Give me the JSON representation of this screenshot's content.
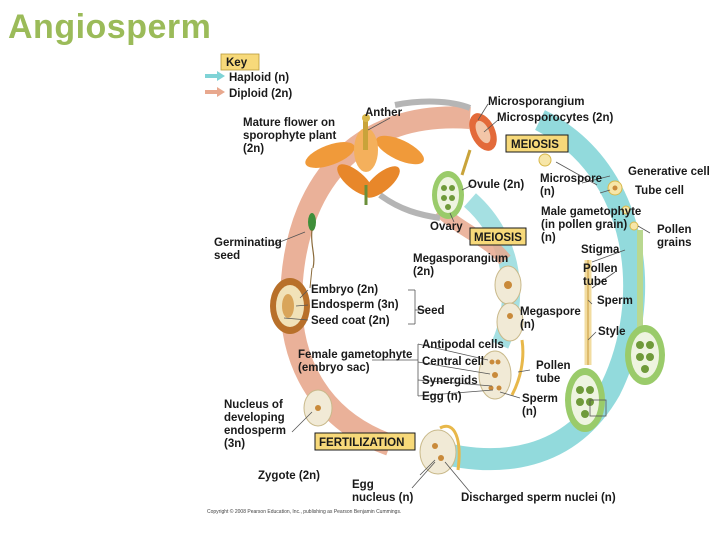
{
  "title": "Angiosperm",
  "colors": {
    "haploid": "#7fd3d6",
    "diploid": "#e8a88e",
    "stage_box": "#f7d97a",
    "title": "#9bbb59",
    "flower": "#f09a3a"
  },
  "key": {
    "title": "Key",
    "haploid": "Haploid (n)",
    "diploid": "Diploid (2n)"
  },
  "stages": {
    "meiosis_1": "MEIOSIS",
    "meiosis_2": "MEIOSIS",
    "fertilization": "FERTILIZATION"
  },
  "labels": {
    "anther": "Anther",
    "mature_flower_1": "Mature flower on",
    "mature_flower_2": "sporophyte plant",
    "mature_flower_3": "(2n)",
    "microsporangium": "Microsporangium",
    "microsporocytes": "Microsporocytes (2n)",
    "ovule": "Ovule (2n)",
    "ovary": "Ovary",
    "microspore_1": "Microspore",
    "microspore_2": "(n)",
    "generative_cell": "Generative cell",
    "tube_cell": "Tube cell",
    "male_gam_1": "Male gametophyte",
    "male_gam_2": "(in pollen grain)",
    "male_gam_3": "(n)",
    "pollen_grains_1": "Pollen",
    "pollen_grains_2": "grains",
    "stigma": "Stigma",
    "pollen_tube_1": "Pollen",
    "pollen_tube_2": "tube",
    "sperm": "Sperm",
    "style": "Style",
    "germinating_1": "Germinating",
    "germinating_2": "seed",
    "megasporangium_1": "Megasporangium",
    "megasporangium_2": "(2n)",
    "embryo": "Embryo (2n)",
    "endosperm": "Endosperm (3n)",
    "seed_coat": "Seed coat (2n)",
    "seed": "Seed",
    "megaspore_1": "Megaspore",
    "megaspore_2": "(n)",
    "antipodal": "Antipodal cells",
    "central_cell": "Central cell",
    "synergids": "Synergids",
    "egg": "Egg (n)",
    "female_gam_1": "Female gametophyte",
    "female_gam_2": "(embryo sac)",
    "pollen_tube2_1": "Pollen",
    "pollen_tube2_2": "tube",
    "sperm2_1": "Sperm",
    "sperm2_2": "(n)",
    "nucleus_1": "Nucleus of",
    "nucleus_2": "developing",
    "nucleus_3": "endosperm",
    "nucleus_4": "(3n)",
    "zygote": "Zygote (2n)",
    "egg_nucleus_1": "Egg",
    "egg_nucleus_2": "nucleus (n)",
    "discharged": "Discharged sperm nuclei (n)"
  },
  "copyright": "Copyright © 2008 Pearson Education, Inc., publishing as Pearson Benjamin Cummings."
}
